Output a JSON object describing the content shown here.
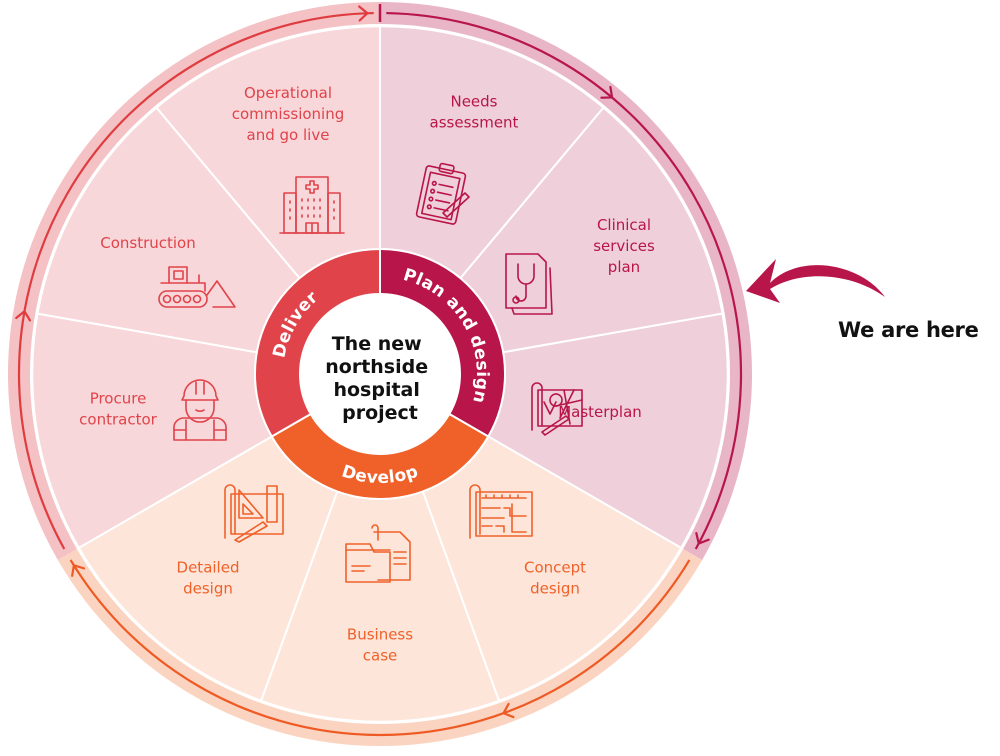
{
  "center": {
    "title_lines": [
      "The new",
      "northside",
      "hospital",
      "project"
    ]
  },
  "phases": [
    {
      "id": "plan",
      "label": "Plan and design",
      "color": "#b8154a",
      "segment_fill": "#efd0da",
      "band_fill": "#e8b6c7",
      "arrow_color": "#b8154a"
    },
    {
      "id": "develop",
      "label": "Develop",
      "color": "#f0612a",
      "segment_fill": "#fde5d9",
      "band_fill": "#fbd4c1",
      "arrow_color": "#ef5a24"
    },
    {
      "id": "deliver",
      "label": "Deliver",
      "color": "#e0434a",
      "segment_fill": "#f8d7da",
      "band_fill": "#f4c1c4",
      "arrow_color": "#df3c40"
    }
  ],
  "segments": [
    {
      "phase": "plan",
      "lines": [
        "Needs",
        "assessment"
      ],
      "icon": "clipboard-checklist-icon"
    },
    {
      "phase": "plan",
      "lines": [
        "Clinical",
        "services",
        "plan"
      ],
      "icon": "stethoscope-document-icon"
    },
    {
      "phase": "plan",
      "lines": [
        "Masterplan"
      ],
      "icon": "map-pin-plan-icon"
    },
    {
      "phase": "develop",
      "lines": [
        "Concept",
        "design"
      ],
      "icon": "floor-plan-blueprint-icon"
    },
    {
      "phase": "develop",
      "lines": [
        "Business",
        "case"
      ],
      "icon": "folder-documents-icon"
    },
    {
      "phase": "develop",
      "lines": [
        "Detailed",
        "design"
      ],
      "icon": "drafting-tools-icon"
    },
    {
      "phase": "deliver",
      "lines": [
        "Procure",
        "contractor"
      ],
      "icon": "construction-worker-icon"
    },
    {
      "phase": "deliver",
      "lines": [
        "Construction"
      ],
      "icon": "bulldozer-icon"
    },
    {
      "phase": "deliver",
      "lines": [
        "Operational",
        "commissioning",
        "and go live"
      ],
      "icon": "hospital-building-icon"
    }
  ],
  "callout": {
    "label": "We are here",
    "arrow_color": "#b8154a",
    "points_to_phase": "plan"
  }
}
